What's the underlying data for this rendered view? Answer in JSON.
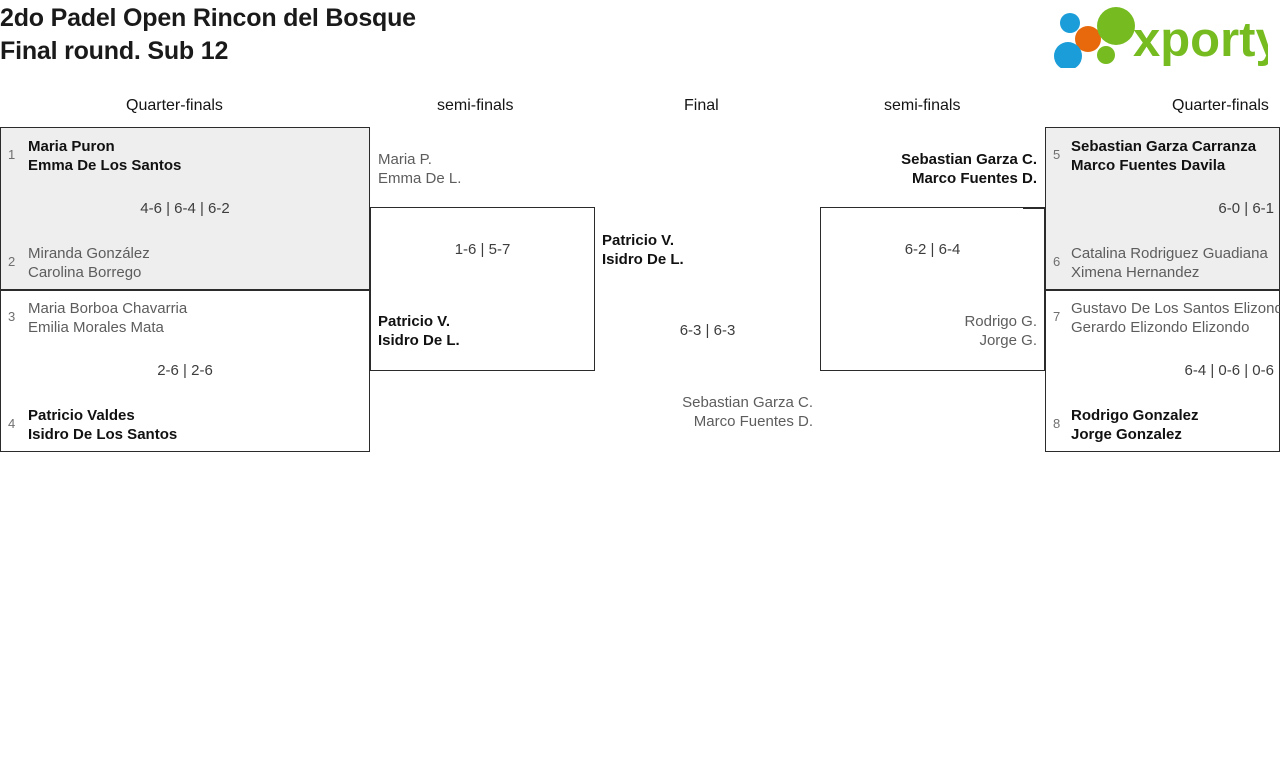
{
  "header": {
    "title_line1": "2do Padel Open Rincon del Bosque",
    "title_line2": "Final round. Sub 12",
    "logo_text": "xporty",
    "logo_colors": {
      "green": "#76bc21",
      "orange": "#e8690b",
      "blue": "#1b9dd9"
    }
  },
  "rounds": [
    {
      "label": "Quarter-finals"
    },
    {
      "label": "semi-finals"
    },
    {
      "label": "Final"
    },
    {
      "label": "semi-finals"
    },
    {
      "label": "Quarter-finals"
    }
  ],
  "matches": {
    "qf_left_top": {
      "score": "4-6 | 6-4 | 6-2",
      "top": {
        "seed": "1",
        "line1": "Maria Puron",
        "line2": "Emma De Los Santos",
        "result": "win"
      },
      "bottom": {
        "seed": "2",
        "line1": "Miranda González",
        "line2": "Carolina Borrego",
        "result": "lose"
      }
    },
    "qf_left_bottom": {
      "score": "2-6 | 2-6",
      "top": {
        "seed": "3",
        "line1": "Maria Borboa Chavarria",
        "line2": "Emilia Morales Mata",
        "result": "lose"
      },
      "bottom": {
        "seed": "4",
        "line1": "Patricio Valdes",
        "line2": "Isidro De Los Santos",
        "result": "win"
      }
    },
    "sf_left": {
      "score": "1-6 | 5-7",
      "top": {
        "line1": "Maria P.",
        "line2": "Emma De L.",
        "result": "lose"
      },
      "bottom": {
        "line1": "Patricio V.",
        "line2": "Isidro De L.",
        "result": "win"
      }
    },
    "final": {
      "score": "6-3 | 6-3",
      "top": {
        "line1": "Patricio V.",
        "line2": "Isidro De L.",
        "result": "win"
      },
      "bottom": {
        "line1": "Sebastian Garza C.",
        "line2": "Marco Fuentes D.",
        "result": "lose"
      }
    },
    "sf_right": {
      "score": "6-2 | 6-4",
      "top": {
        "line1": "Sebastian Garza C.",
        "line2": "Marco Fuentes D.",
        "result": "win"
      },
      "bottom": {
        "line1": "Rodrigo G.",
        "line2": "Jorge G.",
        "result": "lose"
      }
    },
    "qf_right_top": {
      "score": "6-0 | 6-1",
      "top": {
        "seed": "5",
        "line1": "Sebastian Garza Carranza",
        "line2": "Marco Fuentes Davila",
        "result": "win"
      },
      "bottom": {
        "seed": "6",
        "line1": "Catalina Rodriguez Guadiana",
        "line2": "Ximena Hernandez",
        "result": "lose"
      }
    },
    "qf_right_bottom": {
      "score": "6-4 | 0-6 | 0-6",
      "top": {
        "seed": "7",
        "line1": "Gustavo De Los Santos Elizondo",
        "line2": "Gerardo Elizondo Elizondo",
        "result": "lose"
      },
      "bottom": {
        "seed": "8",
        "line1": "Rodrigo Gonzalez",
        "line2": "Jorge Gonzalez",
        "result": "win"
      }
    }
  }
}
